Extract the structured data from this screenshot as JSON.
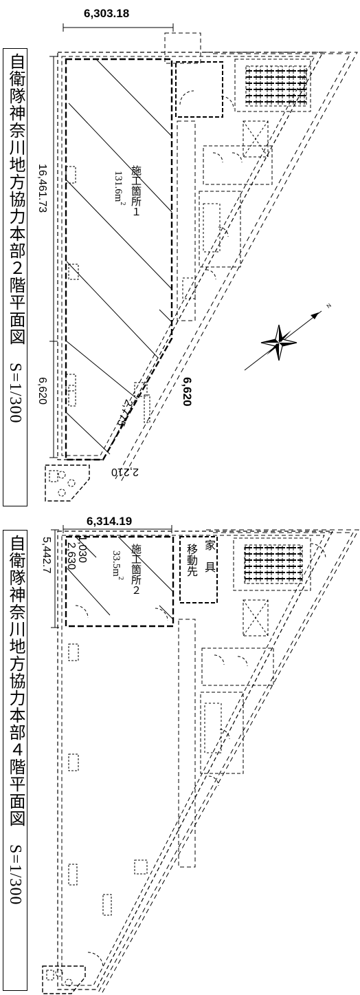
{
  "floor2": {
    "title": "自衛隊神奈川地方協力本部２階平面図　S=1/300",
    "dim_top": "6,303.18",
    "dim_left_upper": "16,461.73",
    "dim_left_lower": "6,620",
    "dim_right": "6,620",
    "dim_lower": "2,210",
    "dim_diag": "2,775",
    "area_label": "施工箇所１",
    "area_value": "131.6m",
    "area_sup": "2"
  },
  "floor4": {
    "title": "自衛隊神奈川地方協力本部４階平面図　S=1/300",
    "dim_top": "6,314.19",
    "dim_left": "5,442.7",
    "dim_small_1": "1,030",
    "dim_small_2": "2,630",
    "area_label": "施工箇所２",
    "area_value": "33.5m",
    "area_sup": "2",
    "furniture_label_1": "家　具",
    "furniture_label_2": "移動先"
  },
  "compass": {
    "icon": "north-arrow-compass-icon",
    "north_letter": "N"
  }
}
